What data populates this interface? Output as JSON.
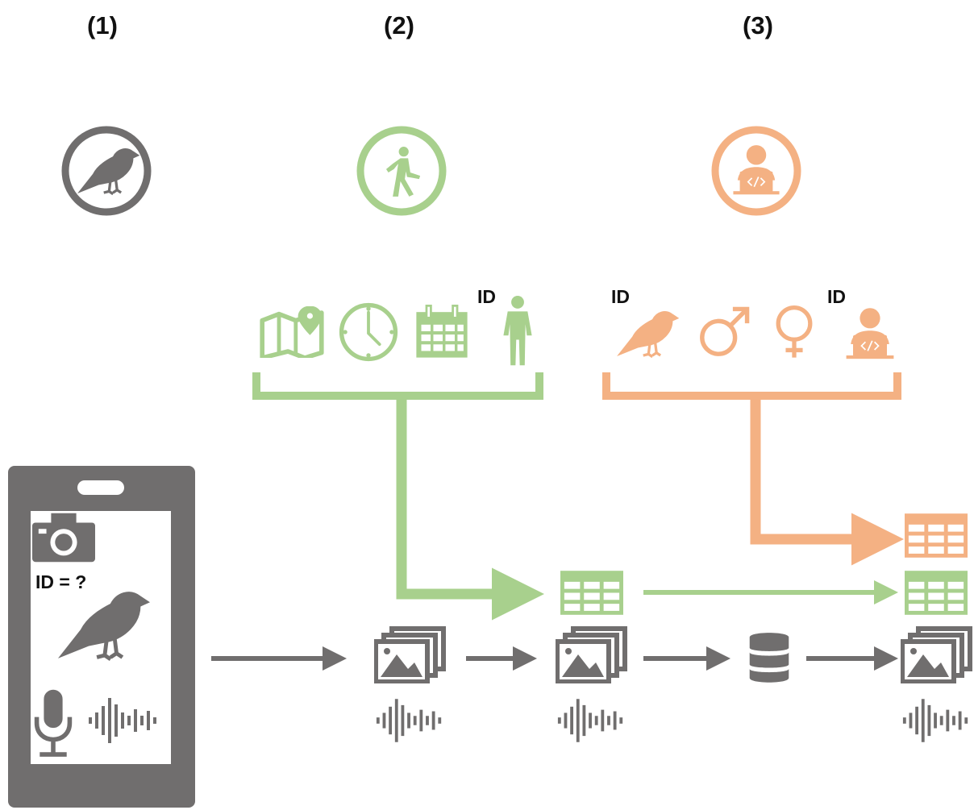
{
  "stages": [
    {
      "label": "(1)",
      "icon": "bird-icon"
    },
    {
      "label": "(2)",
      "icon": "walking-person-icon"
    },
    {
      "label": "(3)",
      "icon": "developer-icon"
    }
  ],
  "observer_metadata": {
    "icons": [
      "map-pin-icon",
      "clock-icon",
      "calendar-icon",
      "person-icon"
    ],
    "id_label": "ID"
  },
  "expert_metadata": {
    "icons": [
      "bird-icon",
      "male-icon",
      "female-icon",
      "developer-icon"
    ],
    "bird_id_label": "ID",
    "expert_id_label": "ID"
  },
  "phone": {
    "id_query": "ID = ?",
    "icons": [
      "camera-icon",
      "bird-icon",
      "microphone-icon",
      "sound-wave-icon"
    ]
  },
  "pipeline": [
    "media-stack-icon",
    "media-stack-icon",
    "database-icon",
    "media-stack-icon"
  ],
  "colors": {
    "gray": "#706e6e",
    "green": "#a8d08d",
    "orange": "#f4b183",
    "text": "#111111"
  }
}
